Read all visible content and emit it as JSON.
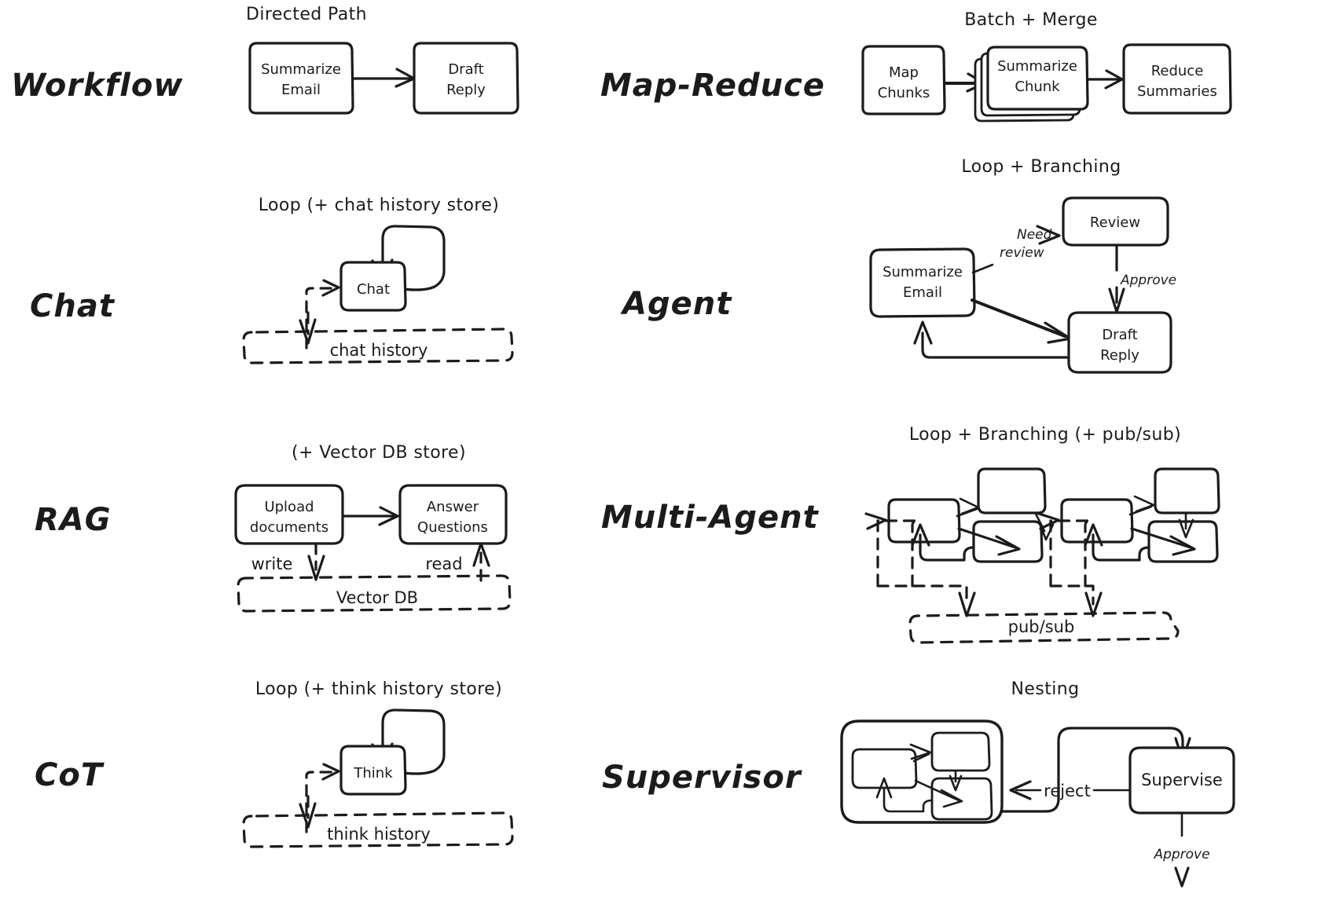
{
  "figure": {
    "title_present": false,
    "background": "#ffffff",
    "ink": "#1b1b1b",
    "style": "hand-drawn sketch"
  },
  "rows": [
    {
      "left": {
        "label": "Workflow",
        "caption": "Directed Path",
        "nodes": [
          "Summarize Email",
          "Draft Reply"
        ],
        "stores": [],
        "edges": [
          {
            "from": "Summarize Email",
            "to": "Draft Reply",
            "label": "",
            "style": "solid"
          }
        ]
      },
      "right": {
        "label": "Map-Reduce",
        "caption": "Batch + Merge",
        "nodes": [
          "Map Chunks",
          "Summarize Chunk",
          "Reduce Summaries"
        ],
        "stacked_node": "Summarize Chunk",
        "stores": [],
        "edges": [
          {
            "from": "Map Chunks",
            "to": "Summarize Chunk",
            "label": "",
            "style": "solid"
          },
          {
            "from": "Summarize Chunk",
            "to": "Reduce Summaries",
            "label": "",
            "style": "solid"
          }
        ]
      }
    },
    {
      "left": {
        "label": "Chat",
        "caption": "Loop (+ chat history store)",
        "nodes": [
          "Chat"
        ],
        "stores": [
          "chat history"
        ],
        "edges": [
          {
            "from": "Chat",
            "to": "Chat",
            "label": "",
            "style": "solid-loop"
          },
          {
            "from": "chat history",
            "to": "Chat",
            "label": "",
            "style": "dashed"
          },
          {
            "from": "Chat",
            "to": "chat history",
            "label": "",
            "style": "dashed"
          }
        ]
      },
      "right": {
        "label": "Agent",
        "caption": "Loop + Branching",
        "nodes": [
          "Summarize Email",
          "Review",
          "Draft Reply"
        ],
        "stores": [],
        "edges": [
          {
            "from": "Summarize Email",
            "to": "Review",
            "label": "Need review",
            "style": "solid"
          },
          {
            "from": "Review",
            "to": "Draft Reply",
            "label": "Approve",
            "style": "solid"
          },
          {
            "from": "Summarize Email",
            "to": "Draft Reply",
            "label": "",
            "style": "solid"
          },
          {
            "from": "Draft Reply",
            "to": "Summarize Email",
            "label": "",
            "style": "solid-loop"
          }
        ]
      }
    },
    {
      "left": {
        "label": "RAG",
        "caption": "(+ Vector DB store)",
        "nodes": [
          "Upload documents",
          "Answer Questions"
        ],
        "stores": [
          "Vector DB"
        ],
        "edges": [
          {
            "from": "Upload documents",
            "to": "Answer Questions",
            "label": "",
            "style": "solid"
          },
          {
            "from": "Upload documents",
            "to": "Vector DB",
            "label": "write",
            "style": "dashed"
          },
          {
            "from": "Vector DB",
            "to": "Answer Questions",
            "label": "read",
            "style": "dashed"
          }
        ]
      },
      "right": {
        "label": "Multi-Agent",
        "caption": "Loop + Branching (+ pub/sub)",
        "nodes": [],
        "clusters": 2,
        "nodes_per_cluster": 3,
        "stores": [
          "pub/sub"
        ],
        "edges": [
          {
            "from": "cluster-1",
            "to": "pub/sub",
            "label": "",
            "style": "dashed"
          },
          {
            "from": "cluster-2",
            "to": "pub/sub",
            "label": "",
            "style": "dashed"
          }
        ]
      }
    },
    {
      "left": {
        "label": "CoT",
        "caption": "Loop (+ think history store)",
        "nodes": [
          "Think"
        ],
        "stores": [
          "think history"
        ],
        "edges": [
          {
            "from": "Think",
            "to": "Think",
            "label": "",
            "style": "solid-loop"
          },
          {
            "from": "think history",
            "to": "Think",
            "label": "",
            "style": "dashed"
          },
          {
            "from": "Think",
            "to": "think history",
            "label": "",
            "style": "dashed"
          }
        ]
      },
      "right": {
        "label": "Supervisor",
        "caption": "Nesting",
        "nodes": [
          "Supervise"
        ],
        "nested_group_nodes": 3,
        "stores": [],
        "edges": [
          {
            "from": "nested-group",
            "to": "Supervise",
            "label": "",
            "style": "solid"
          },
          {
            "from": "Supervise",
            "to": "nested-group",
            "label": "reject",
            "style": "solid"
          },
          {
            "from": "Supervise",
            "to": "",
            "label": "Approve",
            "style": "solid"
          }
        ]
      }
    }
  ],
  "text": {
    "workflow_label": "Workflow",
    "workflow_caption": "Directed Path",
    "workflow_n1": "Summarize",
    "workflow_n1b": "Email",
    "workflow_n2": "Draft",
    "workflow_n2b": "Reply",
    "mapreduce_label": "Map-Reduce",
    "mapreduce_caption": "Batch + Merge",
    "mapreduce_n1": "Map",
    "mapreduce_n1b": "Chunks",
    "mapreduce_n2": "Summarize",
    "mapreduce_n2b": "Chunk",
    "mapreduce_n3": "Reduce",
    "mapreduce_n3b": "Summaries",
    "chat_label": "Chat",
    "chat_caption": "Loop (+ chat history store)",
    "chat_n1": "Chat",
    "chat_store": "chat history",
    "agent_label": "Agent",
    "agent_caption": "Loop + Branching",
    "agent_n1": "Summarize",
    "agent_n1b": "Email",
    "agent_n2": "Review",
    "agent_n3": "Draft",
    "agent_n3b": "Reply",
    "agent_e1": "Need",
    "agent_e1b": "review",
    "agent_e2": "Approve",
    "rag_label": "RAG",
    "rag_caption": "(+ Vector DB store)",
    "rag_n1": "Upload",
    "rag_n1b": "documents",
    "rag_n2": "Answer",
    "rag_n2b": "Questions",
    "rag_store": "Vector DB",
    "rag_e1": "write",
    "rag_e2": "read",
    "multiagent_label": "Multi-Agent",
    "multiagent_caption": "Loop + Branching (+ pub/sub)",
    "multiagent_store": "pub/sub",
    "cot_label": "CoT",
    "cot_caption": "Loop (+ think history store)",
    "cot_n1": "Think",
    "cot_store": "think history",
    "supervisor_label": "Supervisor",
    "supervisor_caption": "Nesting",
    "supervisor_n1": "Supervise",
    "supervisor_e1": "reject",
    "supervisor_e2": "Approve"
  }
}
